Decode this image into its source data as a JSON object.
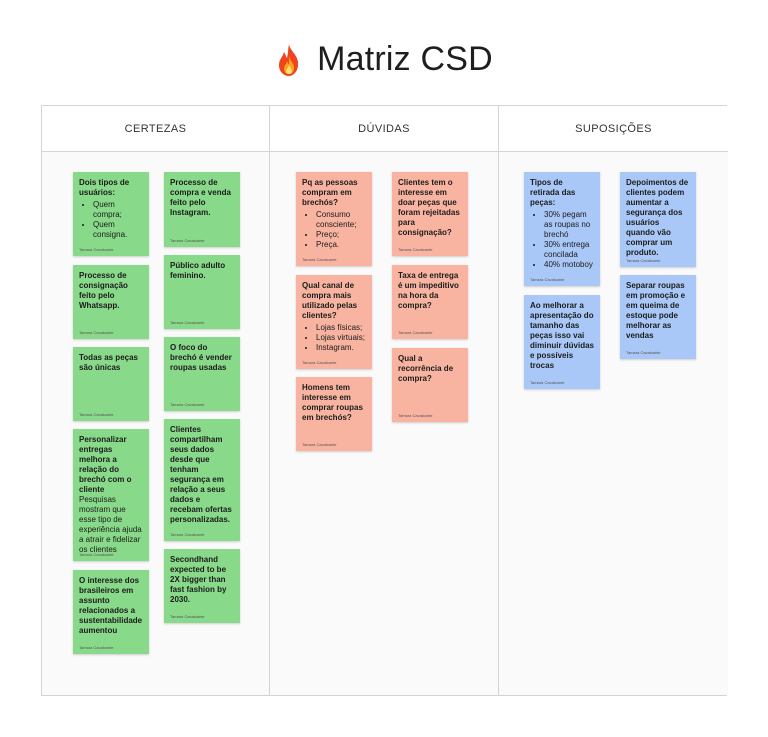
{
  "title": "Matriz CSD",
  "colors": {
    "green": "#88d98a",
    "red": "#f8b4a1",
    "blue": "#a9c8f7",
    "border": "#d4d4d4"
  },
  "columns": [
    {
      "header": "CERTEZAS"
    },
    {
      "header": "DÚVIDAS"
    },
    {
      "header": "SUPOSIÇÕES"
    }
  ],
  "notes": {
    "c1": {
      "title": "Dois tipos de usuários:",
      "items": [
        "Quem compra;",
        "Quem consigna."
      ],
      "author": "Tamara Cavalcante"
    },
    "c2": {
      "title": "Processo de consignação feito pelo Whatsapp.",
      "author": "Tamara Cavalcante"
    },
    "c3": {
      "title": "Todas as peças são únicas",
      "author": "Tamara Cavalcante"
    },
    "c4": {
      "title": "Personalizar entregas melhora a relação do brechó com o cliente",
      "body": "Pesquisas mostram que esse tipo de experiência ajuda a atrair e fidelizar os clientes",
      "author": "Tamara Cavalcante"
    },
    "c5": {
      "title": "O interesse dos brasileiros em assunto relacionados a sustentabilidade aumentou",
      "author": "Tamara Cavalcante"
    },
    "c6": {
      "title": "Processo de compra e venda feito pelo Instagram.",
      "author": "Tamara Cavalcante"
    },
    "c7": {
      "title": "Público adulto feminino.",
      "author": "Tamara Cavalcante"
    },
    "c8": {
      "title": "O foco do brechó é vender roupas usadas",
      "author": "Tamara Cavalcante"
    },
    "c9": {
      "title": "Clientes compartilham seus dados desde que tenham segurança em relação a seus dados e recebam ofertas personalizadas.",
      "author": "Tamara Cavalcante"
    },
    "c10": {
      "title": "Secondhand expected to be 2X bigger than fast fashion by 2030.",
      "author": "Tamara Cavalcante"
    },
    "d1": {
      "title": "Pq as pessoas compram em brechós?",
      "items": [
        "Consumo consciente;",
        "Preço;",
        "Preça."
      ],
      "author": "Tamara Cavalcante"
    },
    "d2": {
      "title": "Qual canal de compra mais utilizado pelas clientes?",
      "items": [
        "Lojas físicas;",
        "Lojas virtuais;",
        "Instagram."
      ],
      "author": "Tamara Cavalcante"
    },
    "d3": {
      "title": "Homens tem interesse em comprar roupas em brechós?",
      "author": "Tamara Cavalcante"
    },
    "d4": {
      "title": "Clientes tem o interesse em doar peças que foram rejeitadas para consignação?",
      "author": "Tamara Cavalcante"
    },
    "d5": {
      "title": "Taxa de entrega é um impeditivo na hora da compra?",
      "author": "Tamara Cavalcante"
    },
    "d6": {
      "title": "Qual a recorrência de compra?",
      "author": "Tamara Cavalcante"
    },
    "s1": {
      "title": "Tipos de retirada das peças:",
      "items": [
        "30% pegam as roupas no brechó",
        "30% entrega concilada",
        "40% motoboy"
      ],
      "author": "Tamara Cavalcante"
    },
    "s2": {
      "title": "Ao melhorar a apresentação do tamanho das peças isso vai diminuir dúvidas e possíveis trocas",
      "author": "Tamara Cavalcante"
    },
    "s3": {
      "title": "Depoimentos de clientes podem aumentar a segurança dos usuários quando vão comprar um produto.",
      "author": "Tamara Cavalcante"
    },
    "s4": {
      "title": "Separar roupas em promoção e em queima de estoque pode melhorar as vendas",
      "author": "Tamara Cavalcante"
    }
  }
}
